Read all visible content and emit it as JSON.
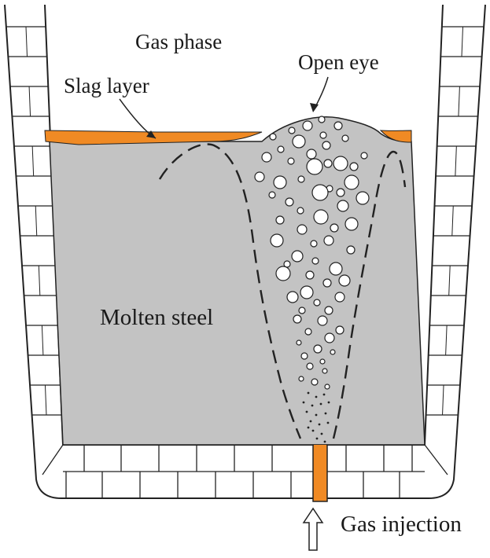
{
  "labels": {
    "gas_phase": "Gas phase",
    "open_eye": "Open eye",
    "slag_layer": "Slag layer",
    "molten_steel": "Molten steel",
    "gas_injection": "Gas injection"
  },
  "colors": {
    "slag": "#f08a24",
    "steel": "#c3c3c3",
    "bubble_fill": "#ffffff",
    "line": "#222222",
    "background": "#ffffff"
  },
  "icons": {
    "injection_arrow": "up-arrow-icon"
  }
}
